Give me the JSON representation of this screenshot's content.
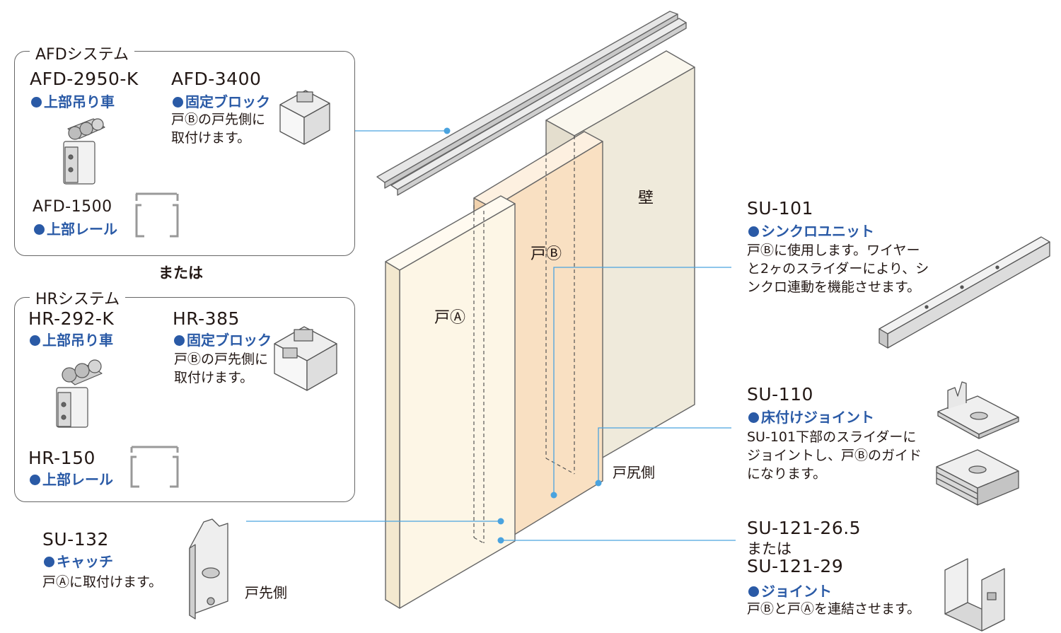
{
  "afd": {
    "title": "AFDシステム",
    "parts": [
      {
        "model": "AFD-2950-K",
        "kind": "上部吊り車"
      },
      {
        "model": "AFD-3400",
        "kind": "固定ブロック",
        "desc": "戸Ⓑの戸先側に取付けます。"
      },
      {
        "model": "AFD-1500",
        "kind": "上部レール"
      }
    ]
  },
  "or_text": "または",
  "hr": {
    "title": "HRシステム",
    "parts": [
      {
        "model": "HR-292-K",
        "kind": "上部吊り車"
      },
      {
        "model": "HR-385",
        "kind": "固定ブロック",
        "desc": "戸Ⓑの戸先側に取付けます。"
      },
      {
        "model": "HR-150",
        "kind": "上部レール"
      }
    ]
  },
  "su132": {
    "model": "SU-132",
    "kind": "キャッチ",
    "desc": "戸Ⓐに取付けます。",
    "side_label": "戸先側"
  },
  "su101": {
    "model": "SU-101",
    "kind": "シンクロユニット",
    "desc": "戸Ⓑに使用します。ワイヤーと2ヶのスライダーにより、シンクロ連動を機能させます。"
  },
  "su110": {
    "model": "SU-110",
    "kind": "床付けジョイント",
    "desc": "SU-101下部のスライダーにジョイントし、戸Ⓑのガイドになります。"
  },
  "su121": {
    "model_a": "SU-121-26.5",
    "or_text": "または",
    "model_b": "SU-121-29",
    "kind": "ジョイント",
    "desc": "戸Ⓑと戸Ⓐを連結させます。"
  },
  "scene": {
    "wall": "壁",
    "door_a": "戸Ⓐ",
    "door_b": "戸Ⓑ",
    "door_back": "戸尻側"
  },
  "colors": {
    "accent": "#2a5aa6",
    "leader": "#4aa3df",
    "door_a": "#fdf6e6",
    "door_b": "#f9e0c2",
    "wall": "#efeadb"
  }
}
